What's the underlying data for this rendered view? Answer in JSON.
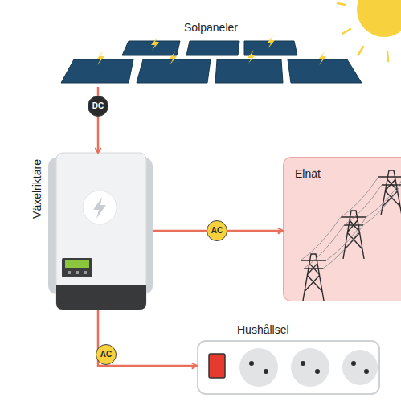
{
  "diagram": {
    "nodes": [
      {
        "text": [
          "Solpaneler"
        ]
      },
      {
        "text": [
          "Växelriktare"
        ]
      },
      {
        "text": [
          "Elnät"
        ]
      },
      {
        "text": [
          "Hushållsel"
        ]
      }
    ],
    "edges": [
      {
        "from": 0,
        "to": 1,
        "label": "DC",
        "arrow": "to"
      },
      {
        "from": 1,
        "to": 2,
        "label": "AC",
        "arrow": "to"
      },
      {
        "from": 1,
        "to": 3,
        "label": "AC",
        "arrow": "to"
      }
    ]
  }
}
